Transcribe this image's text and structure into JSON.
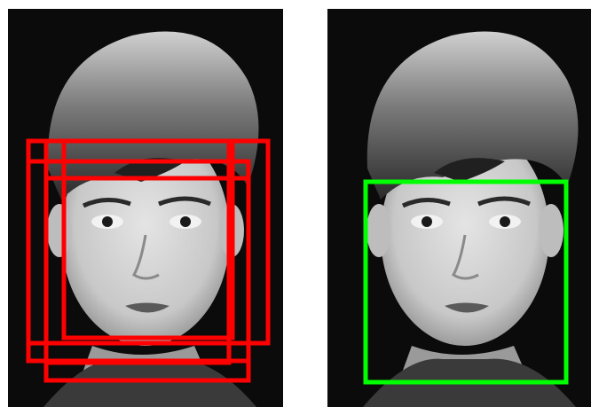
{
  "figure": {
    "panels": [
      {
        "id": "left",
        "content": "detections-before-suppression",
        "box_color": "#ff0000",
        "box_count": 5
      },
      {
        "id": "right",
        "content": "final-detection",
        "box_color": "#00ff00",
        "box_count": 1
      }
    ],
    "colors": {
      "background": "#0b0b0b",
      "detection_before": "#ff0000",
      "detection_after": "#00ff00"
    }
  }
}
